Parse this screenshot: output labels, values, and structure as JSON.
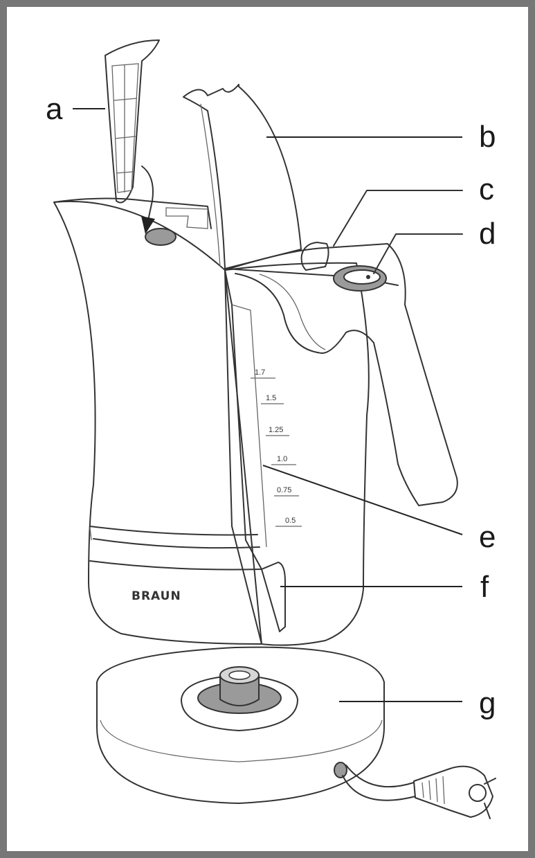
{
  "labels": {
    "a": "a",
    "b": "b",
    "c": "c",
    "d": "d",
    "e": "e",
    "f": "f",
    "g": "g"
  },
  "scale_marks": [
    "1.7",
    "1.5",
    "1.25",
    "1.0",
    "0.75",
    "0.5"
  ],
  "brand": "BRAUN",
  "colors": {
    "frame": "#777777",
    "outline": "#333333",
    "shade": "#9a9a9a",
    "background": "#ffffff"
  }
}
